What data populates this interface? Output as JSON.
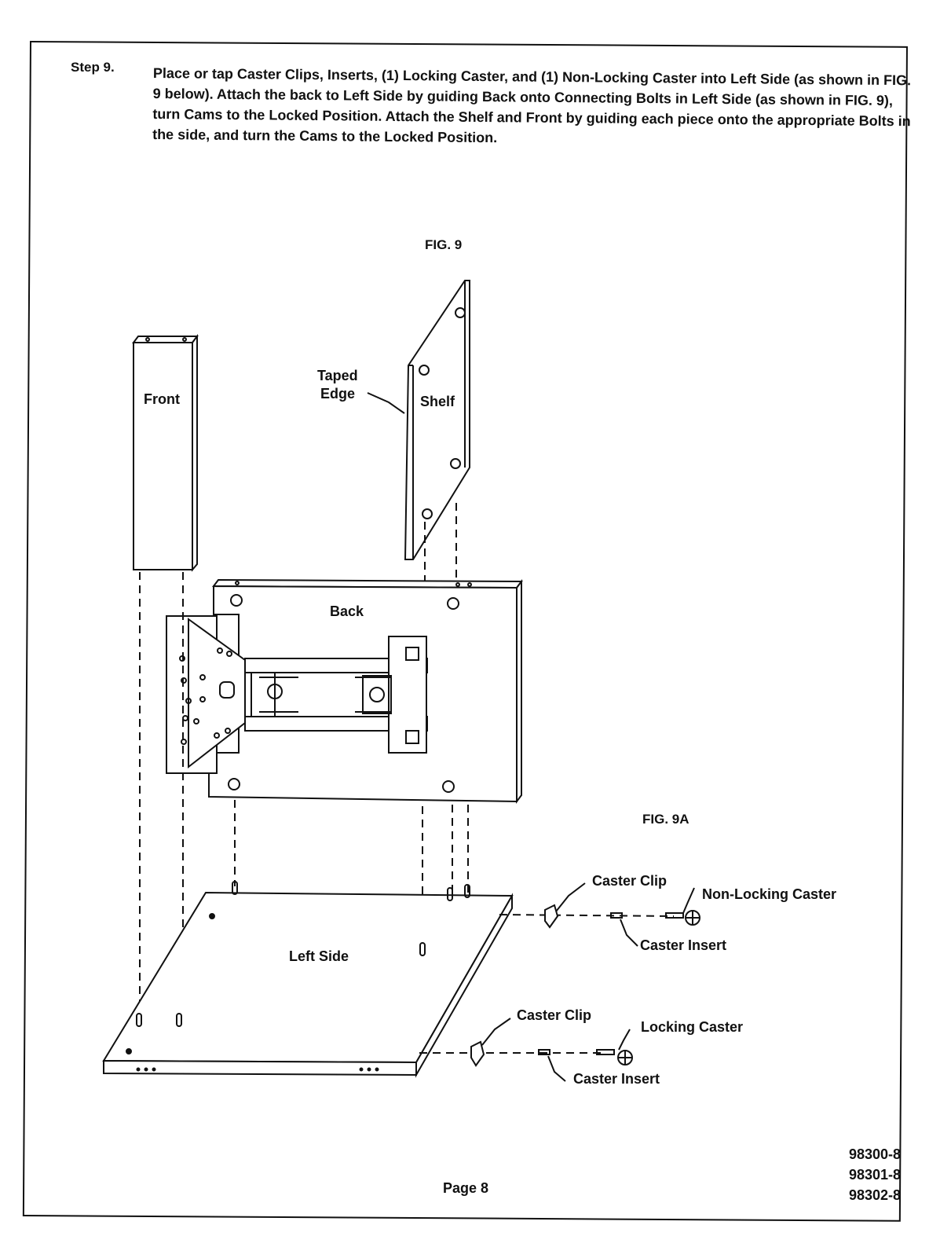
{
  "step": {
    "label": "Step 9.",
    "text": "Place or tap Caster Clips, Inserts, (1) Locking Caster, and (1) Non-Locking Caster into Left Side (as shown in FIG. 9 below). Attach the back to Left Side by guiding Back onto Connecting Bolts in Left Side (as shown in FIG. 9), turn Cams to the Locked Position. Attach the Shelf and Front by guiding each piece onto the appropriate Bolts in the side, and turn the Cams to the Locked Position."
  },
  "figures": {
    "fig9": "FIG. 9",
    "fig9a": "FIG. 9A"
  },
  "labels": {
    "front": "Front",
    "taped_edge_1": "Taped",
    "taped_edge_2": "Edge",
    "shelf": "Shelf",
    "back": "Back",
    "left_side": "Left Side",
    "caster_clip_top": "Caster Clip",
    "non_locking_caster": "Non-Locking Caster",
    "caster_insert_top": "Caster Insert",
    "caster_clip_bottom": "Caster Clip",
    "locking_caster": "Locking Caster",
    "caster_insert_bottom": "Caster Insert"
  },
  "footer": {
    "page": "Page 8",
    "part_numbers": [
      "98300-8",
      "98301-8",
      "98302-8"
    ]
  }
}
